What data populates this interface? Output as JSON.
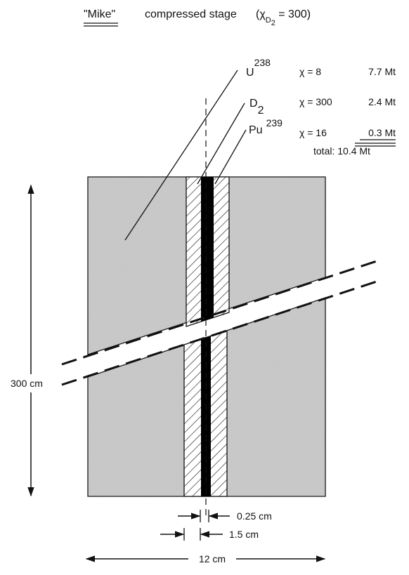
{
  "header": {
    "mike": "\"Mike\"",
    "stage": "compressed stage",
    "chi_open": "(χ",
    "chi_sub": "D",
    "chi_subsub": "2",
    "chi_close": " = 300)"
  },
  "materials": [
    {
      "sym": "U",
      "sup": "238",
      "sub": "",
      "chi": "χ  = 8",
      "yield": "7.7 Mt"
    },
    {
      "sym": "D",
      "sup": "",
      "sub": "2",
      "chi": "χ  = 300",
      "yield": "2.4 Mt"
    },
    {
      "sym": "Pu",
      "sup": "239",
      "sub": "",
      "chi": "χ  = 16",
      "yield": "0.3 Mt"
    }
  ],
  "total": "total:  10.4 Mt",
  "dims": {
    "height": "300 cm",
    "width": "12 cm",
    "inner": "0.25 cm",
    "outer": "1.5 cm"
  },
  "colors": {
    "uranium": "#c9c9c9",
    "plutonium": "#000000",
    "line": "#111111"
  }
}
